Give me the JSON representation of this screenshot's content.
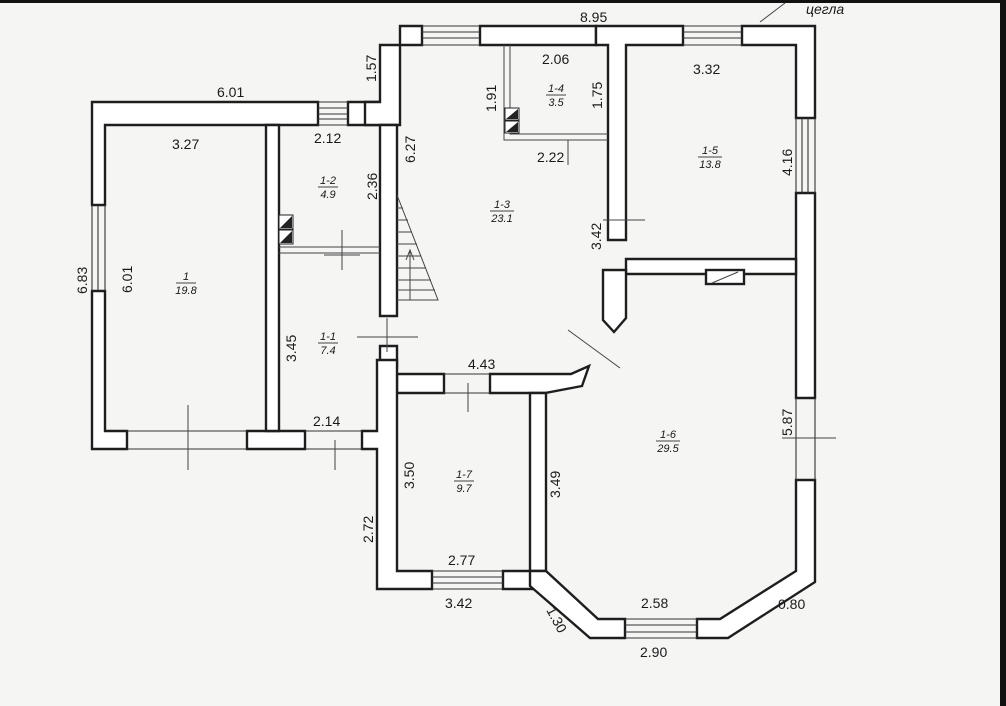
{
  "material_note": "цегла",
  "rooms": [
    {
      "id": "1",
      "area": "19.8"
    },
    {
      "id": "1-1",
      "area": "7.4"
    },
    {
      "id": "1-2",
      "area": "4.9"
    },
    {
      "id": "1-3",
      "area": "23.1"
    },
    {
      "id": "1-4",
      "area": "3.5"
    },
    {
      "id": "1-5",
      "area": "13.8"
    },
    {
      "id": "1-6",
      "area": "29.5"
    },
    {
      "id": "1-7",
      "area": "9.7"
    }
  ],
  "dimensions": {
    "overall_top": "8.95",
    "left_block_top": "6.01",
    "left_block_outer_side": "6.83",
    "room1_width": "3.27",
    "room1_length": "6.01",
    "step_wall": "1.57",
    "room12_width": "2.12",
    "room12_length": "2.36",
    "room11_length": "3.45",
    "room11_width": "2.14",
    "room13_length": "6.27",
    "room14_width": "2.06",
    "room14_left": "1.91",
    "room14_right": "1.75",
    "room14_bottom": "2.22",
    "room15_width": "3.32",
    "room15_length": "4.16",
    "partition_13_16": "3.42",
    "corridor_width": "4.43",
    "room17_length": "3.50",
    "room17_width": "2.77",
    "room17_ext": "2.72",
    "room17_outer": "3.42",
    "room16_inner": "3.49",
    "room16_outer": "5.87",
    "bay_diag": "1.30",
    "bay_inner": "2.58",
    "bay_outer": "2.90",
    "bay_side": "0.80"
  }
}
